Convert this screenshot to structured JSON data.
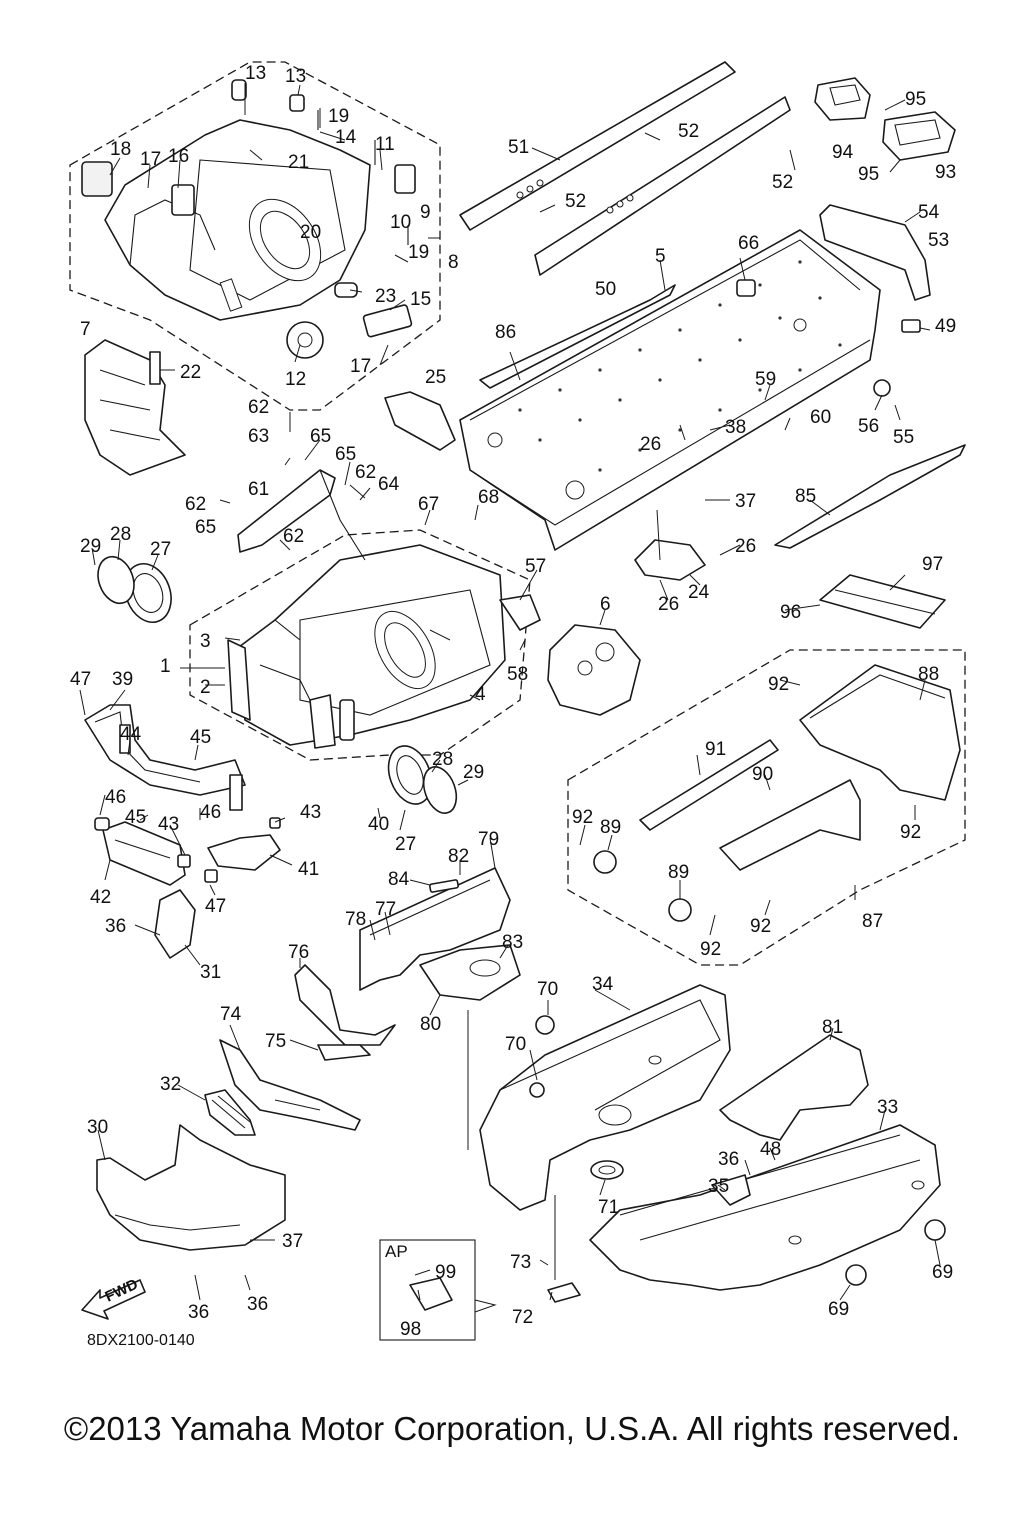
{
  "diagram_code": "8DX2100-0140",
  "copyright": "©2013 Yamaha Motor Corporation, U.S.A. All rights reserved.",
  "fwd_label": "FWD",
  "ap_label": "AP",
  "callouts": [
    {
      "id": "c13a",
      "text": "13"
    },
    {
      "id": "c13b",
      "text": "13"
    },
    {
      "id": "c19a",
      "text": "19"
    },
    {
      "id": "c14",
      "text": "14"
    },
    {
      "id": "c11",
      "text": "11"
    },
    {
      "id": "c18",
      "text": "18"
    },
    {
      "id": "c17a",
      "text": "17"
    },
    {
      "id": "c16",
      "text": "16"
    },
    {
      "id": "c21",
      "text": "21"
    },
    {
      "id": "c9",
      "text": "9"
    },
    {
      "id": "c10",
      "text": "10"
    },
    {
      "id": "c20",
      "text": "20"
    },
    {
      "id": "c19b",
      "text": "19"
    },
    {
      "id": "c8",
      "text": "8"
    },
    {
      "id": "c23",
      "text": "23"
    },
    {
      "id": "c15",
      "text": "15"
    },
    {
      "id": "c7",
      "text": "7"
    },
    {
      "id": "c22",
      "text": "22"
    },
    {
      "id": "c12",
      "text": "12"
    },
    {
      "id": "c17b",
      "text": "17"
    },
    {
      "id": "c51",
      "text": "51"
    },
    {
      "id": "c52a",
      "text": "52"
    },
    {
      "id": "c52b",
      "text": "52"
    },
    {
      "id": "c52c",
      "text": "52"
    },
    {
      "id": "c50",
      "text": "50"
    },
    {
      "id": "c5",
      "text": "5"
    },
    {
      "id": "c66",
      "text": "66"
    },
    {
      "id": "c86",
      "text": "86"
    },
    {
      "id": "c95a",
      "text": "95"
    },
    {
      "id": "c94",
      "text": "94"
    },
    {
      "id": "c95b",
      "text": "95"
    },
    {
      "id": "c93",
      "text": "93"
    },
    {
      "id": "c54",
      "text": "54"
    },
    {
      "id": "c53",
      "text": "53"
    },
    {
      "id": "c49",
      "text": "49"
    },
    {
      "id": "c59",
      "text": "59"
    },
    {
      "id": "c60",
      "text": "60"
    },
    {
      "id": "c56",
      "text": "56"
    },
    {
      "id": "c55",
      "text": "55"
    },
    {
      "id": "c26a",
      "text": "26"
    },
    {
      "id": "c38",
      "text": "38"
    },
    {
      "id": "c37a",
      "text": "37"
    },
    {
      "id": "c85",
      "text": "85"
    },
    {
      "id": "c26b",
      "text": "26"
    },
    {
      "id": "c24",
      "text": "24"
    },
    {
      "id": "c26c",
      "text": "26"
    },
    {
      "id": "c25",
      "text": "25"
    },
    {
      "id": "c62a",
      "text": "62"
    },
    {
      "id": "c63",
      "text": "63"
    },
    {
      "id": "c65a",
      "text": "65"
    },
    {
      "id": "c65b",
      "text": "65"
    },
    {
      "id": "c62b",
      "text": "62"
    },
    {
      "id": "c64",
      "text": "64"
    },
    {
      "id": "c62c",
      "text": "62"
    },
    {
      "id": "c61",
      "text": "61"
    },
    {
      "id": "c65c",
      "text": "65"
    },
    {
      "id": "c62d",
      "text": "62"
    },
    {
      "id": "c67",
      "text": "67"
    },
    {
      "id": "c68",
      "text": "68"
    },
    {
      "id": "c29a",
      "text": "29"
    },
    {
      "id": "c28a",
      "text": "28"
    },
    {
      "id": "c27a",
      "text": "27"
    },
    {
      "id": "c57",
      "text": "57"
    },
    {
      "id": "c6",
      "text": "6"
    },
    {
      "id": "c3",
      "text": "3"
    },
    {
      "id": "c1",
      "text": "1"
    },
    {
      "id": "c2",
      "text": "2"
    },
    {
      "id": "c58",
      "text": "58"
    },
    {
      "id": "c4",
      "text": "4"
    },
    {
      "id": "c47a",
      "text": "47"
    },
    {
      "id": "c39",
      "text": "39"
    },
    {
      "id": "c44",
      "text": "44"
    },
    {
      "id": "c45a",
      "text": "45"
    },
    {
      "id": "c46a",
      "text": "46"
    },
    {
      "id": "c45b",
      "text": "45"
    },
    {
      "id": "c46b",
      "text": "46"
    },
    {
      "id": "c43a",
      "text": "43"
    },
    {
      "id": "c43b",
      "text": "43"
    },
    {
      "id": "c41",
      "text": "41"
    },
    {
      "id": "c42",
      "text": "42"
    },
    {
      "id": "c47b",
      "text": "47"
    },
    {
      "id": "c36a",
      "text": "36"
    },
    {
      "id": "c31",
      "text": "31"
    },
    {
      "id": "c28b",
      "text": "28"
    },
    {
      "id": "c29b",
      "text": "29"
    },
    {
      "id": "c40",
      "text": "40"
    },
    {
      "id": "c27b",
      "text": "27"
    },
    {
      "id": "c97",
      "text": "97"
    },
    {
      "id": "c96",
      "text": "96"
    },
    {
      "id": "c92a",
      "text": "92"
    },
    {
      "id": "c88",
      "text": "88"
    },
    {
      "id": "c91",
      "text": "91"
    },
    {
      "id": "c90",
      "text": "90"
    },
    {
      "id": "c92b",
      "text": "92"
    },
    {
      "id": "c89a",
      "text": "89"
    },
    {
      "id": "c92c",
      "text": "92"
    },
    {
      "id": "c89b",
      "text": "89"
    },
    {
      "id": "c92d",
      "text": "92"
    },
    {
      "id": "c92e",
      "text": "92"
    },
    {
      "id": "c87",
      "text": "87"
    },
    {
      "id": "c84",
      "text": "84"
    },
    {
      "id": "c82",
      "text": "82"
    },
    {
      "id": "c79",
      "text": "79"
    },
    {
      "id": "c78",
      "text": "78"
    },
    {
      "id": "c77",
      "text": "77"
    },
    {
      "id": "c83",
      "text": "83"
    },
    {
      "id": "c80",
      "text": "80"
    },
    {
      "id": "c76",
      "text": "76"
    },
    {
      "id": "c75",
      "text": "75"
    },
    {
      "id": "c74",
      "text": "74"
    },
    {
      "id": "c32",
      "text": "32"
    },
    {
      "id": "c30",
      "text": "30"
    },
    {
      "id": "c37b",
      "text": "37"
    },
    {
      "id": "c36b",
      "text": "36"
    },
    {
      "id": "c36c",
      "text": "36"
    },
    {
      "id": "c70a",
      "text": "70"
    },
    {
      "id": "c34",
      "text": "34"
    },
    {
      "id": "c70b",
      "text": "70"
    },
    {
      "id": "c71",
      "text": "71"
    },
    {
      "id": "c81",
      "text": "81"
    },
    {
      "id": "c33",
      "text": "33"
    },
    {
      "id": "c48",
      "text": "48"
    },
    {
      "id": "c36d",
      "text": "36"
    },
    {
      "id": "c35",
      "text": "35"
    },
    {
      "id": "c69a",
      "text": "69"
    },
    {
      "id": "c69b",
      "text": "69"
    },
    {
      "id": "c99",
      "text": "99"
    },
    {
      "id": "c98",
      "text": "98"
    },
    {
      "id": "c73",
      "text": "73"
    },
    {
      "id": "c72",
      "text": "72"
    }
  ]
}
